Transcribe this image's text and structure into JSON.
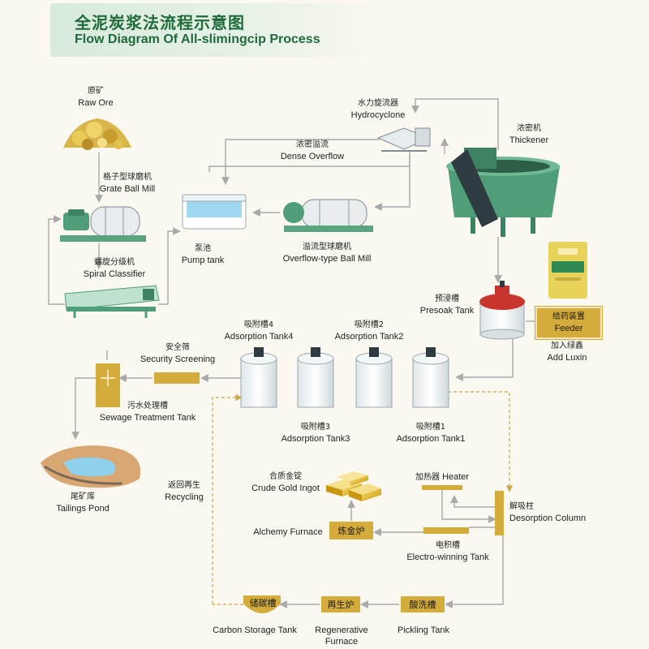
{
  "header": {
    "title_cn": "全泥炭浆法流程示意图",
    "title_en": "Flow Diagram Of All-slimingcip Process"
  },
  "nodes": {
    "raw_ore": {
      "cn": "原矿",
      "en": "Raw Ore"
    },
    "grate_ball_mill": {
      "cn": "格子型球磨机",
      "en": "Grate Ball Mill"
    },
    "spiral_classifier": {
      "cn": "螺旋分级机",
      "en": "Spiral Classifier"
    },
    "pump_tank": {
      "cn": "泵池",
      "en": "Pump tank"
    },
    "overflow_ball_mill": {
      "cn": "溢流型球磨机",
      "en": "Overflow-type Ball Mill"
    },
    "dense_overflow": {
      "cn": "浓密溢流",
      "en": "Dense Overflow"
    },
    "hydrocyclone": {
      "cn": "水力旋流器",
      "en": "Hydrocyclone"
    },
    "thickener": {
      "cn": "浓密机",
      "en": "Thickener"
    },
    "presoak_tank": {
      "cn": "预浸槽",
      "en": "Presoak Tank"
    },
    "feeder": {
      "cn": "给药装置",
      "en": "Feeder"
    },
    "add_luxin": {
      "cn": "加入绿鑫",
      "en": "Add Luxin"
    },
    "adsorption_tank4": {
      "cn": "吸附槽4",
      "en": "Adsorption Tank4"
    },
    "adsorption_tank2": {
      "cn": "吸附槽2",
      "en": "Adsorption Tank2"
    },
    "adsorption_tank3": {
      "cn": "吸附槽3",
      "en": "Adsorption Tank3"
    },
    "adsorption_tank1": {
      "cn": "吸附槽1",
      "en": "Adsorption Tank1"
    },
    "security_screening": {
      "cn": "安全筛",
      "en": "Security Screening"
    },
    "sewage_treatment_tank": {
      "cn": "污水处理槽",
      "en": "Sewage Treatment Tank"
    },
    "tailings_pond": {
      "cn": "尾矿库",
      "en": "Tailings Pond"
    },
    "recycling": {
      "cn": "返回再生",
      "en": "Recycling"
    },
    "crude_gold_ingot": {
      "cn": "合质金锭",
      "en": "Crude Gold Ingot"
    },
    "heater": {
      "cn": "加热器",
      "en": "Heater"
    },
    "desorption_column": {
      "cn": "解吸柱",
      "en": "Desorption Column"
    },
    "alchemy_furnace": {
      "en": "Alchemy Furnace",
      "box": "炼金炉"
    },
    "electro_winning_tank": {
      "cn": "电积槽",
      "en": "Electro-winning Tank"
    },
    "carbon_storage_tank": {
      "en": "Carbon Storage Tank",
      "box": "储碳槽"
    },
    "regenerative_furnace": {
      "en_line1": "Regenerative",
      "en_line2": "Furnace",
      "box": "再生炉"
    },
    "pickling_tank": {
      "en": "Pickling Tank",
      "box": "酸洗槽"
    }
  },
  "colors": {
    "accent_gold": "#d4ac3b",
    "line_gray": "#a9a9a9",
    "title_green": "#1f6a3b",
    "machine_green": "#4f9e77",
    "dashed_gold": "#c9a745"
  }
}
